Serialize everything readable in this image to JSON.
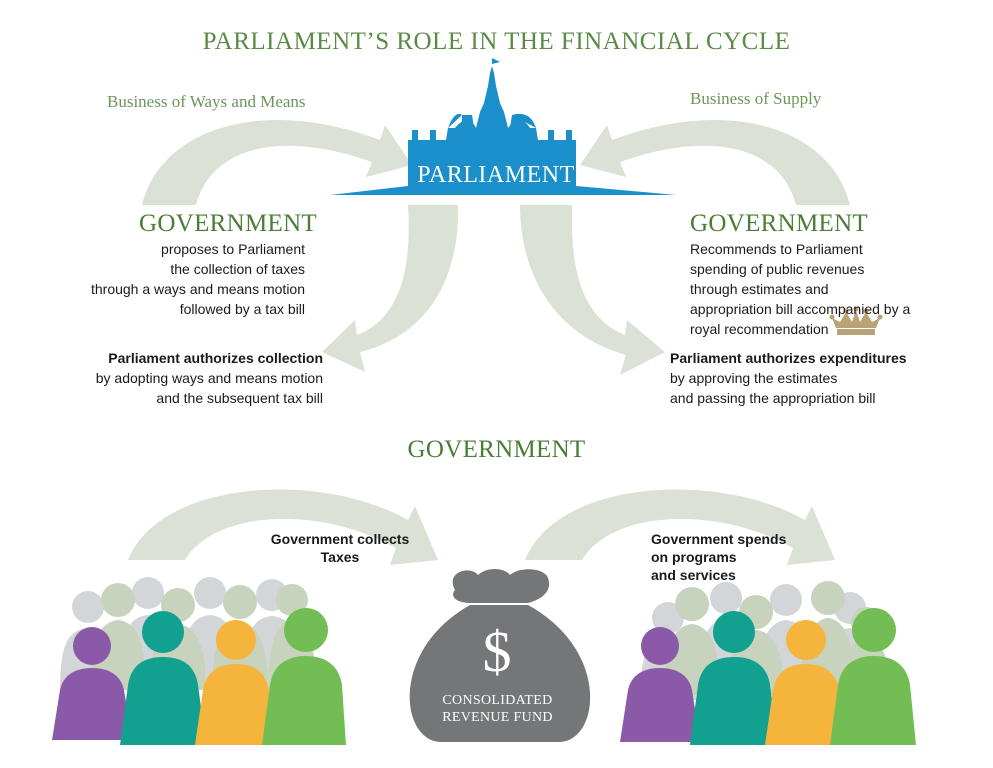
{
  "title": "PARLIAMENT’S ROLE IN THE FINANCIAL CYCLE",
  "ways_means_label": "Business of Ways and Means",
  "supply_label": "Business of Supply",
  "parliament_label": "PARLIAMENT",
  "left_government": {
    "heading": "GOVERNMENT",
    "lines": [
      "proposes to Parliament",
      "the collection of taxes",
      "through a ways and means motion",
      "followed by a tax bill"
    ]
  },
  "right_government": {
    "heading": "GOVERNMENT",
    "lines": [
      "Recommends to Parliament",
      "spending of public revenues",
      "through estimates and",
      "appropriation bill accompanied by a",
      "royal recommendation"
    ]
  },
  "left_authorizes": {
    "title": "Parliament authorizes collection",
    "lines": [
      "by adopting ways and means motion",
      "and the subsequent tax bill"
    ]
  },
  "right_authorizes": {
    "title": "Parliament authorizes expenditures",
    "lines": [
      "by approving the estimates",
      "and passing the appropriation bill"
    ]
  },
  "government_center": "GOVERNMENT",
  "collects": [
    "Government collects",
    "Taxes"
  ],
  "spends": [
    "Government spends",
    "on programs",
    "and services"
  ],
  "fund": {
    "symbol": "$",
    "lines": [
      "CONSOLIDATED",
      "REVENUE FUND"
    ]
  },
  "icons": [
    "parliament-building-icon",
    "crown-icon",
    "money-bag-icon",
    "people-group-icon"
  ],
  "colors": {
    "title_green": "#5a8a45",
    "arrow_gray": "#dbe1d4",
    "parliament_blue": "#1a8fc9",
    "bag_gray": "#757678",
    "crown_gold": "#b8a276",
    "purple": "#8a5aa8",
    "teal": "#12a090",
    "orange": "#f5b53d",
    "green": "#73bd55"
  }
}
